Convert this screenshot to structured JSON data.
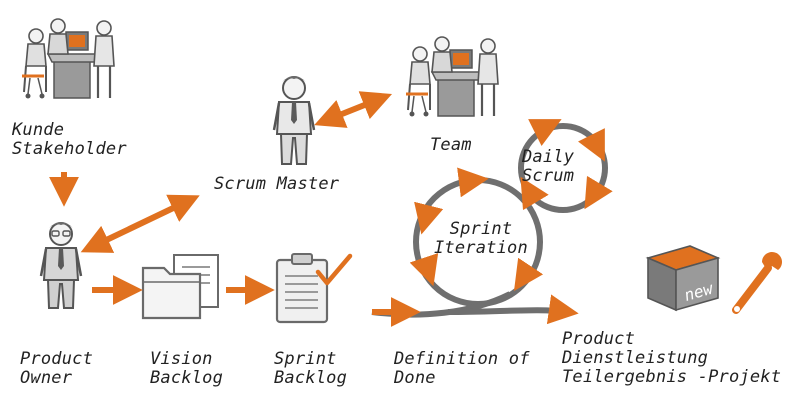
{
  "labels": {
    "kunde": {
      "line1": "Kunde",
      "line2": "Stakeholder"
    },
    "scrum_master": "Scrum Master",
    "team": "Team",
    "daily_scrum": {
      "line1": "Daily",
      "line2": "Scrum"
    },
    "sprint_iteration": {
      "line1": "Sprint",
      "line2": "Iteration"
    },
    "product_owner": {
      "line1": "Product",
      "line2": "Owner"
    },
    "vision_backlog": {
      "line1": "Vision",
      "line2": "Backlog"
    },
    "sprint_backlog": {
      "line1": "Sprint",
      "line2": "Backlog"
    },
    "definition_of_done": {
      "line1": "Definition of",
      "line2": "Done"
    },
    "product": {
      "line1": "Product",
      "line2": "Dienstleistung",
      "line3": "Teilergebnis -Projekt"
    },
    "box_tag": "new"
  },
  "colors": {
    "accent": "#E0711F",
    "gray_dark": "#5a5a5a",
    "gray_mid": "#8c8c8c",
    "gray_light": "#d2d2d2",
    "text": "#222222"
  },
  "icons": [
    "people-icon",
    "person-icon",
    "folder-icon",
    "clipboard-check-icon",
    "box-icon",
    "wrench-icon"
  ]
}
